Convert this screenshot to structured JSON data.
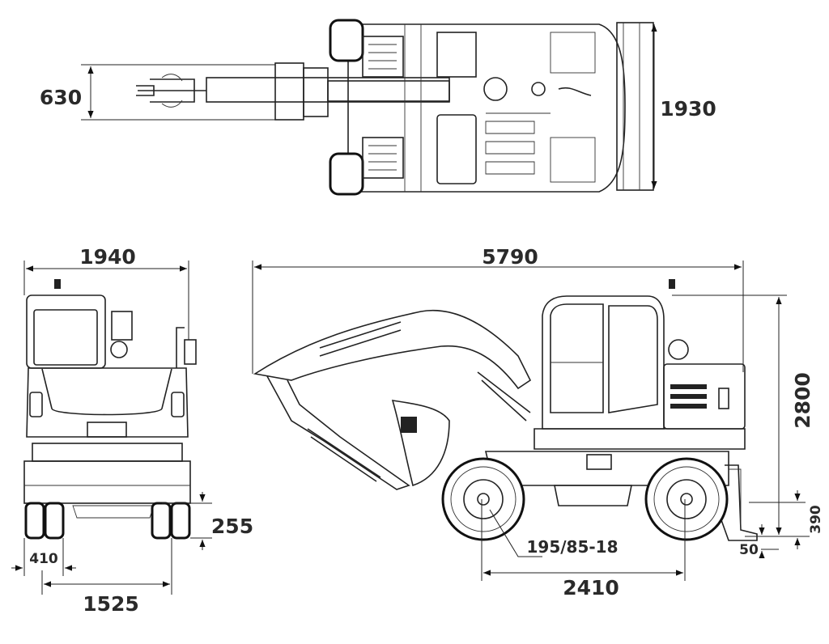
{
  "title": "Wheeled excavator dimension drawing",
  "top_view": {
    "boom_width": "630",
    "overall_width": "1930"
  },
  "front_view": {
    "overall_width": "1940",
    "ground_clearance": "255",
    "tyre_width": "410",
    "track_width": "1525"
  },
  "side_view": {
    "overall_length": "5790",
    "overall_height": "2800",
    "wheelbase": "2410",
    "tyre_size": "195/85-18",
    "blade_lift": "390",
    "blade_dig_depth": "50"
  },
  "colors": {
    "line": "#222222",
    "background": "#ffffff"
  }
}
